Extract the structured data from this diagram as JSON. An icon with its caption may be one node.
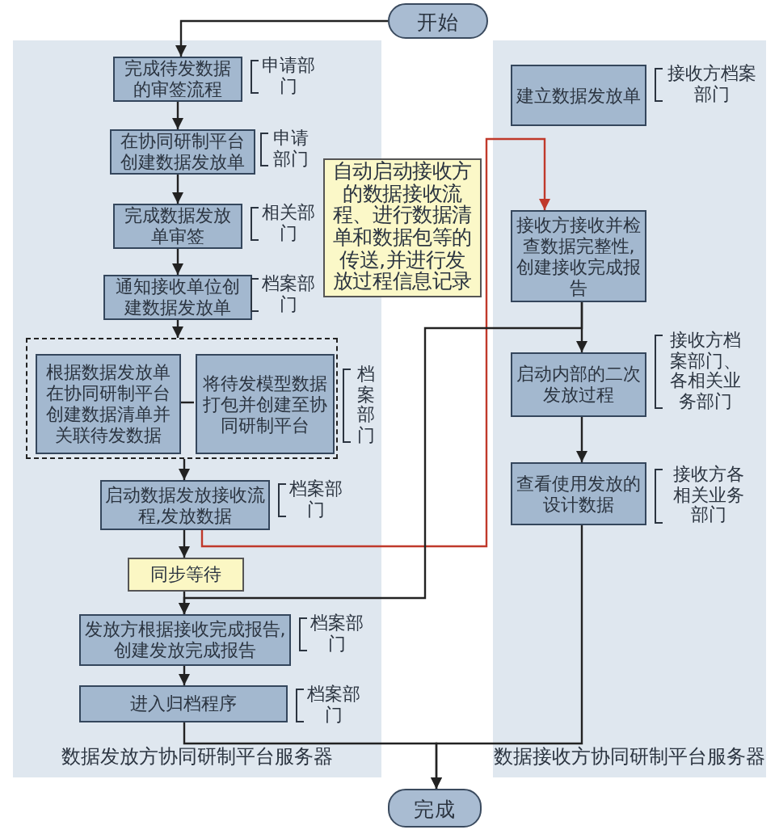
{
  "diagram": {
    "nodes": [
      {
        "text": [
          "数据发放方协同研制平台服务器"
        ]
      },
      {
        "text": [
          "数据接收方协同研制平台服务器"
        ]
      },
      {
        "text": [
          "开始"
        ]
      },
      {
        "text": [
          "完成待发数据的审签流程"
        ],
        "in": 0,
        "beside": [
          "申请部门"
        ]
      },
      {
        "text": [
          "在协同研制平台创建数据发放单"
        ],
        "in": 0,
        "beside": [
          "申请部门"
        ]
      },
      {
        "text": [
          "完成数据发放单审签"
        ],
        "in": 0,
        "beside": [
          "相关部门"
        ]
      },
      {
        "text": [
          "通知接收单位创建数据发放单"
        ],
        "in": 0,
        "beside": [
          "档案部门"
        ]
      },
      {
        "text": [],
        "shape": "box",
        "in": 0,
        "beside": [
          "档案部门"
        ]
      },
      {
        "text": [
          "根据数据发放单在协同研制平台创建数据清单并关联待发数据"
        ],
        "in": 7
      },
      {
        "text": [
          "将待发模型数据打包并创建至协同研制平台"
        ],
        "in": 7
      },
      {
        "text": [
          "启动数据发放接收流程,发放数据"
        ],
        "in": 0,
        "beside": [
          "档案部门"
        ]
      },
      {
        "text": [
          "同步等待"
        ],
        "in": 0
      },
      {
        "text": [
          "发放方根据接收完成报告,创建发放完成报告"
        ],
        "in": 0,
        "beside": [
          "档案部门"
        ]
      },
      {
        "text": [
          "进入归档程序"
        ],
        "in": 0,
        "beside": [
          "档案部门"
        ]
      },
      {
        "text": [
          "自动启动接收方的数据接收流程、进行数据清单和数据包等的传送,并进行发放过程信息记录"
        ]
      },
      {
        "text": [
          "建立数据发放单"
        ],
        "in": 1,
        "beside": [
          "接收方档案部门"
        ]
      },
      {
        "text": [
          "接收方接收并检查数据完整性,创建接收完成报告"
        ],
        "in": 1
      },
      {
        "text": [
          "启动内部的二次发放过程"
        ],
        "in": 1,
        "beside": [
          "接收方档案部门、各相关业务部门"
        ]
      },
      {
        "text": [
          "查看使用发放的设计数据"
        ],
        "in": 1,
        "beside": [
          "接收方各相关业务部门"
        ]
      },
      {
        "text": [
          "完成"
        ]
      }
    ],
    "edges": [
      {
        "from": 2,
        "to": 3,
        "arrow": "to"
      },
      {
        "from": 3,
        "to": 4,
        "arrow": "to"
      },
      {
        "from": 4,
        "to": 5,
        "arrow": "to"
      },
      {
        "from": 5,
        "to": 6,
        "arrow": "to"
      },
      {
        "from": 6,
        "to": 7,
        "arrow": "to"
      },
      {
        "from": 8,
        "to": 9,
        "arrow": "none"
      },
      {
        "from": 7,
        "to": 10,
        "arrow": "to"
      },
      {
        "from": 10,
        "to": 16,
        "arrow": "to",
        "color": "#c0392b"
      },
      {
        "from": 10,
        "to": 11,
        "arrow": "to"
      },
      {
        "from": 11,
        "to": 12,
        "arrow": "to"
      },
      {
        "from": 16,
        "to": 17,
        "arrow": "to"
      },
      {
        "from": 16,
        "to": 12,
        "arrow": "to"
      },
      {
        "from": 12,
        "to": 13,
        "arrow": "to"
      },
      {
        "from": 13,
        "to": 19,
        "arrow": "to"
      },
      {
        "from": 17,
        "to": 18,
        "arrow": "to"
      },
      {
        "from": 18,
        "to": 19,
        "arrow": "to"
      }
    ]
  }
}
